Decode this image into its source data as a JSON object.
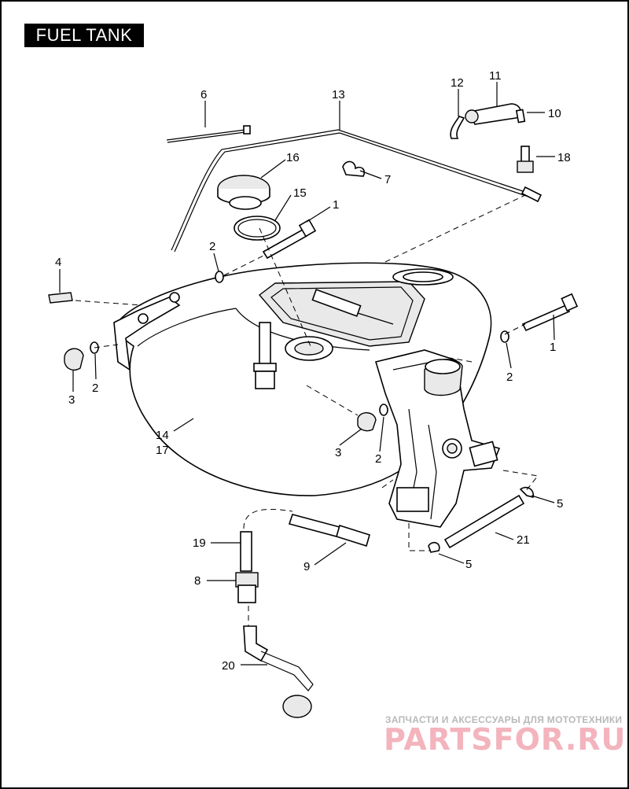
{
  "title": "FUEL TANK",
  "callouts": {
    "c1a": "1",
    "c1b": "1",
    "c2a": "2",
    "c2b": "2",
    "c2c": "2",
    "c2d": "2",
    "c3a": "3",
    "c3b": "3",
    "c4": "4",
    "c5a": "5",
    "c5b": "5",
    "c6": "6",
    "c7": "7",
    "c8": "8",
    "c9": "9",
    "c10": "10",
    "c11": "11",
    "c12": "12",
    "c13": "13",
    "c14": "14",
    "c17": "17",
    "c15": "15",
    "c16": "16",
    "c18": "18",
    "c19": "19",
    "c20": "20",
    "c21": "21"
  },
  "watermark": {
    "tagline": "ЗАПЧАСТИ И АКСЕССУАРЫ ДЛЯ МОТОТЕХНИКИ",
    "logo": "PARTSFOR.RU"
  },
  "colors": {
    "ink": "#000000",
    "watermark_logo": "#f3b4bd",
    "watermark_text": "#b9b9b9"
  }
}
